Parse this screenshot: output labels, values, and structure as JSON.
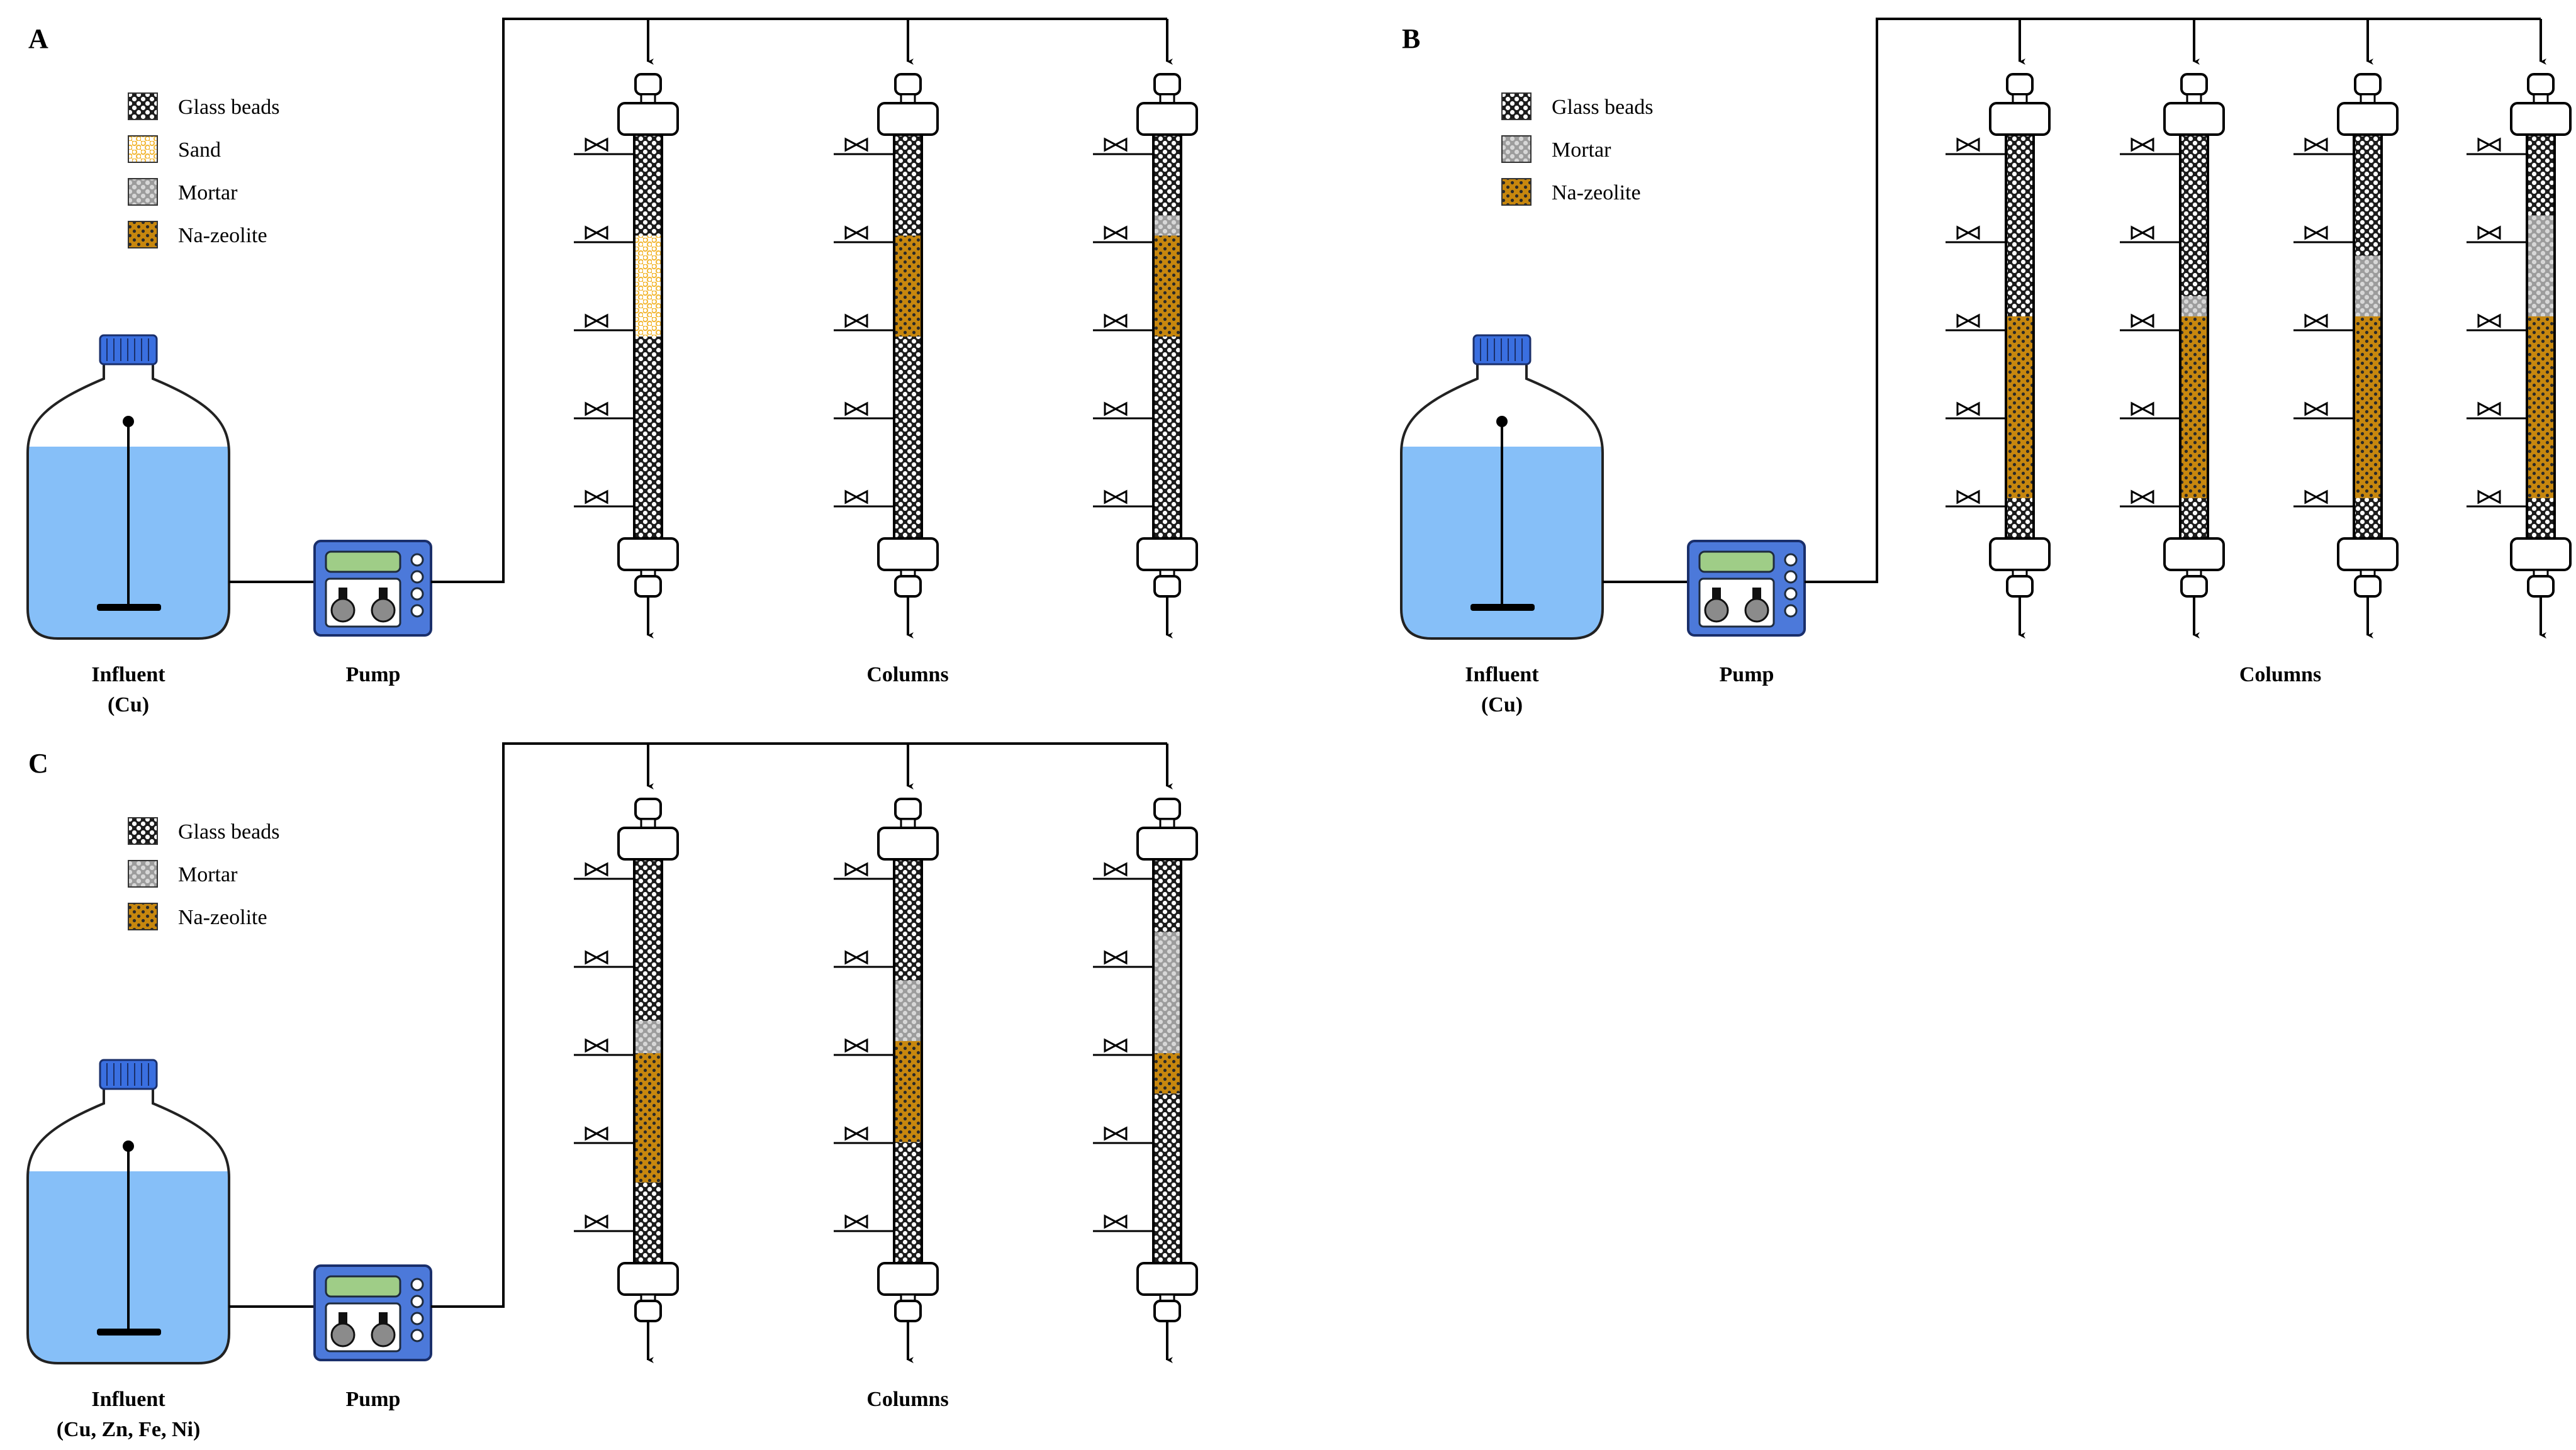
{
  "colors": {
    "glass": "#ffffff",
    "sand": "#f2b632",
    "mortar": "#9c9c9c",
    "zeolite": "#c7870e",
    "water": "#86bff8",
    "cap": "#3a6fe0",
    "pump_body": "#4c79da",
    "pump_display": "#9fcd87"
  },
  "materials": {
    "glass": "Glass beads",
    "sand": "Sand",
    "mortar": "Mortar",
    "zeolite": "Na-zeolite"
  },
  "panels": [
    {
      "label": "A",
      "legend": [
        "glass",
        "sand",
        "mortar",
        "zeolite"
      ],
      "influent_label": [
        "Influent",
        "(Cu)"
      ],
      "pump_label": "Pump",
      "columns_label": "Columns",
      "columns": [
        [
          [
            "glass",
            0.25
          ],
          [
            "sand",
            0.25
          ],
          [
            "glass",
            0.5
          ]
        ],
        [
          [
            "glass",
            0.25
          ],
          [
            "zeolite",
            0.25
          ],
          [
            "glass",
            0.5
          ]
        ],
        [
          [
            "glass",
            0.2
          ],
          [
            "mortar",
            0.05
          ],
          [
            "zeolite",
            0.25
          ],
          [
            "glass",
            0.5
          ]
        ]
      ]
    },
    {
      "label": "B",
      "legend": [
        "glass",
        "mortar",
        "zeolite"
      ],
      "influent_label": [
        "Influent",
        "(Cu)"
      ],
      "pump_label": "Pump",
      "columns_label": "Columns",
      "columns": [
        [
          [
            "glass",
            0.45
          ],
          [
            "zeolite",
            0.45
          ],
          [
            "glass",
            0.1
          ]
        ],
        [
          [
            "glass",
            0.4
          ],
          [
            "mortar",
            0.05
          ],
          [
            "zeolite",
            0.45
          ],
          [
            "glass",
            0.1
          ]
        ],
        [
          [
            "glass",
            0.3
          ],
          [
            "mortar",
            0.15
          ],
          [
            "zeolite",
            0.45
          ],
          [
            "glass",
            0.1
          ]
        ],
        [
          [
            "glass",
            0.2
          ],
          [
            "mortar",
            0.25
          ],
          [
            "zeolite",
            0.45
          ],
          [
            "glass",
            0.1
          ]
        ]
      ]
    },
    {
      "label": "C",
      "legend": [
        "glass",
        "mortar",
        "zeolite"
      ],
      "influent_label": [
        "Influent",
        "(Cu, Zn, Fe, Ni)"
      ],
      "pump_label": "Pump",
      "columns_label": "Columns",
      "columns": [
        [
          [
            "glass",
            0.4
          ],
          [
            "mortar",
            0.08
          ],
          [
            "zeolite",
            0.32
          ],
          [
            "glass",
            0.2
          ]
        ],
        [
          [
            "glass",
            0.3
          ],
          [
            "mortar",
            0.15
          ],
          [
            "zeolite",
            0.25
          ],
          [
            "glass",
            0.3
          ]
        ],
        [
          [
            "glass",
            0.18
          ],
          [
            "mortar",
            0.3
          ],
          [
            "zeolite",
            0.1
          ],
          [
            "glass",
            0.42
          ]
        ]
      ]
    }
  ]
}
